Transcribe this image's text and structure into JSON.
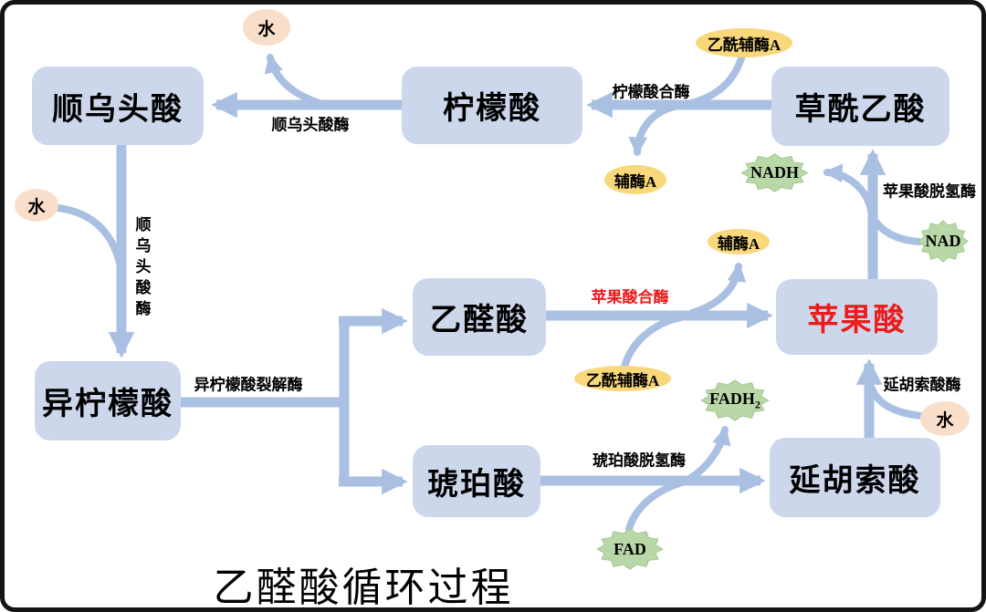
{
  "title": "乙醛酸循环过程",
  "boxes": {
    "cis_aconitate": "顺乌头酸",
    "citrate": "柠檬酸",
    "oxaloacetate": "草酰乙酸",
    "isocitrate": "异柠檬酸",
    "glyoxylate": "乙醛酸",
    "succinate": "琥珀酸",
    "malate": "苹果酸",
    "fumarate": "延胡索酸"
  },
  "enzymes": {
    "aconitase_top": "顺乌头酸酶",
    "aconitase_left": "顺乌头酸酶",
    "citrate_synthase": "柠檬酸合酶",
    "malate_dehydrogenase": "苹果酸脱氢酶",
    "isocitrate_lyase": "异柠檬酸裂解酶",
    "malate_synthase": "苹果酸合酶",
    "succinate_dehydrogenase": "琥珀酸脱氢酶",
    "fumarase": "延胡索酸酶"
  },
  "cofactors": {
    "acetyl_coa_top": "乙酰辅酶A",
    "coa_top": "辅酶A",
    "coa_mid": "辅酶A",
    "acetyl_coa_bottom": "乙酰辅酶A",
    "nadh": "NADH",
    "nad": "NAD",
    "fadh2": "FADH",
    "fadh2_sub": "2",
    "fad": "FAD"
  },
  "water": {
    "top": "水",
    "left": "水",
    "right": "水"
  },
  "colors": {
    "box_fill": "#cdd7ec",
    "arrow_blue": "#a9c0e3",
    "cofactor_yellow": "#f8d87a",
    "cofactor_green": "#b9d8a7",
    "water_peach": "#f9dfca",
    "highlight_red": "#ea1c1c",
    "text": "#000000"
  }
}
